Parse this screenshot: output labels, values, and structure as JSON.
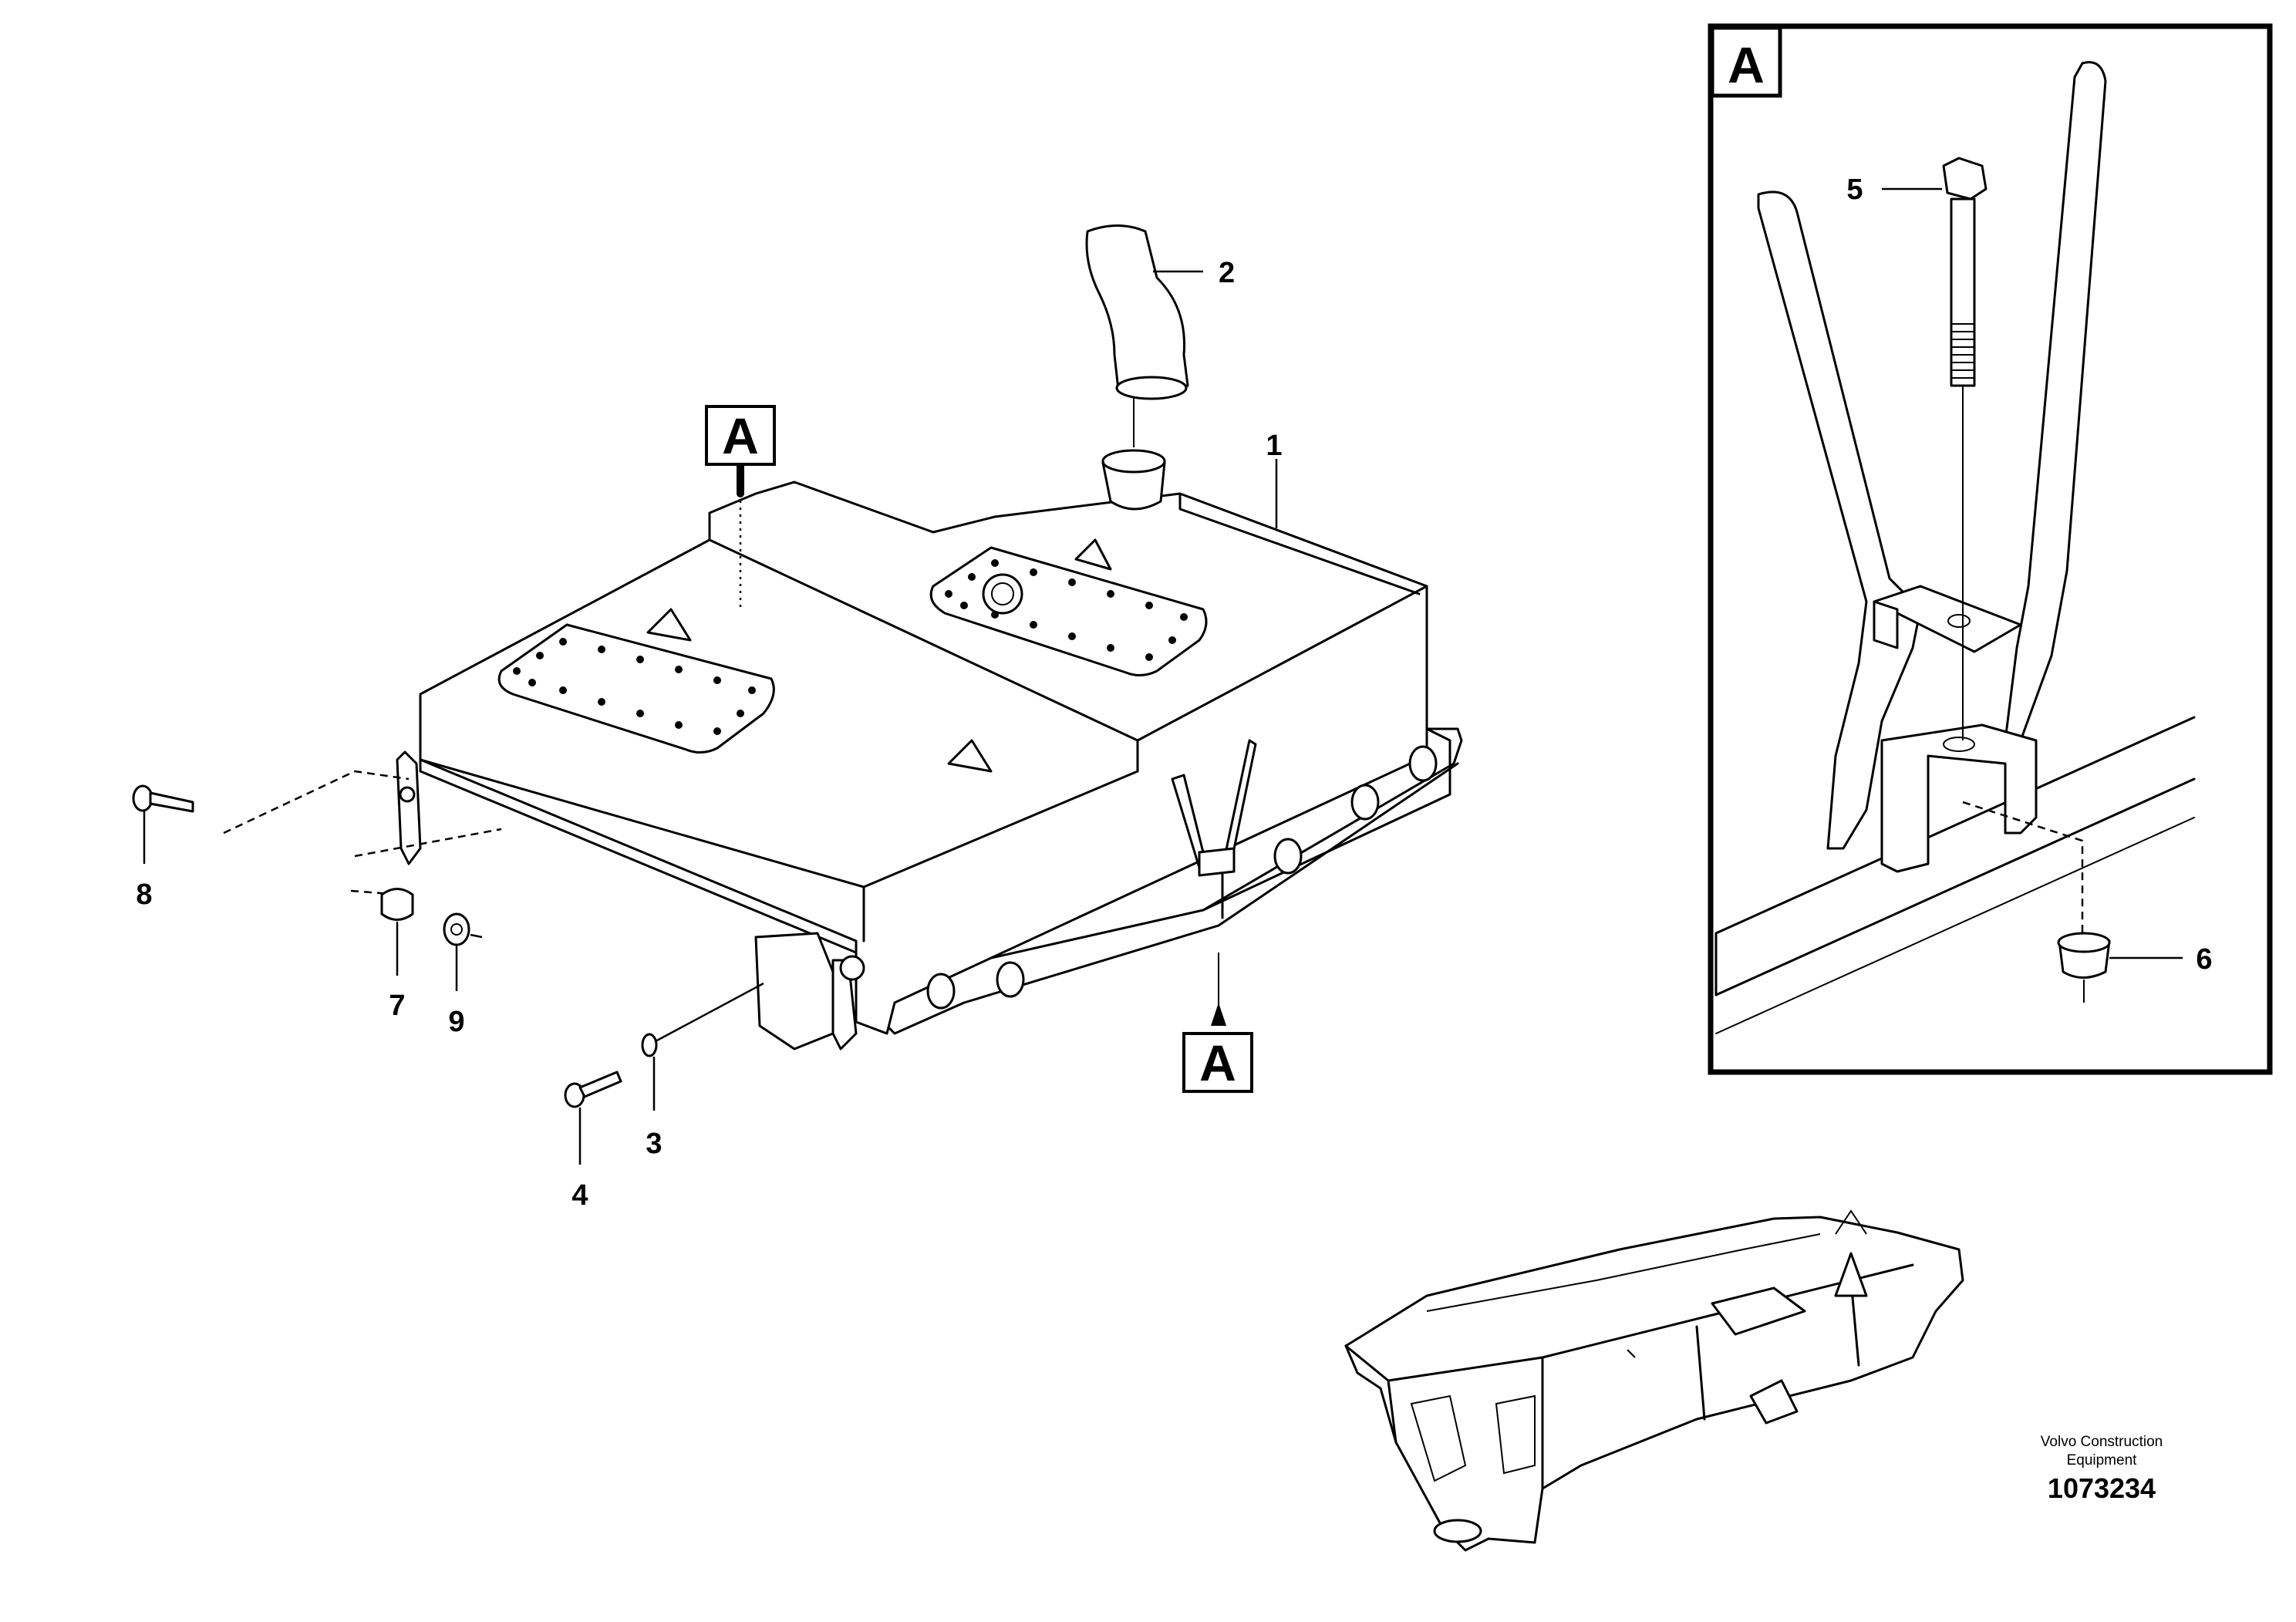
{
  "detail_label": "A",
  "callouts": [
    "1",
    "2",
    "3",
    "4",
    "5",
    "6",
    "7",
    "8",
    "9"
  ],
  "credit": {
    "line1": "Volvo Construction",
    "line2": "Equipment",
    "part_number": "1073234"
  }
}
